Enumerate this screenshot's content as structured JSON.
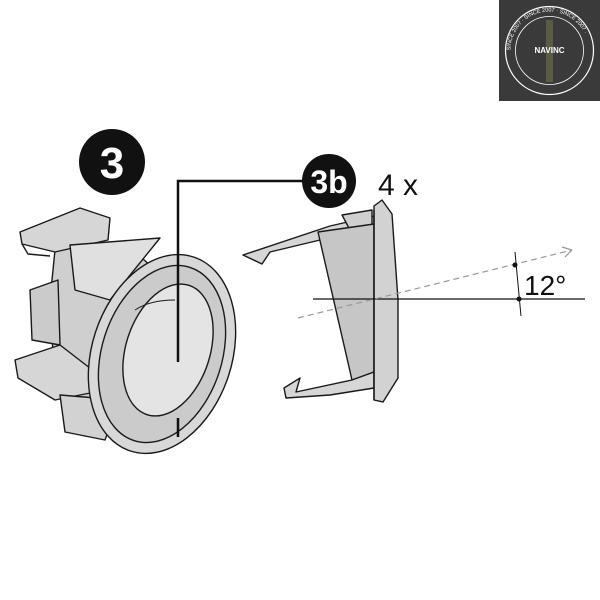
{
  "brand": {
    "name": "NAVINC",
    "seal_text": "SINCE 2007 · SINCE 2007 · SINCE 2007 ·",
    "bg_color": "#3a3a3a",
    "text_color": "#ffffff"
  },
  "steps": {
    "main_number": "3",
    "sub_label": "3b",
    "quantity": "4 x"
  },
  "angle": {
    "value": "12°"
  },
  "colors": {
    "part_fill": "#d4d4d4",
    "part_dark": "#bdbdbd",
    "outline": "#1a1a1a",
    "badge": "#111111",
    "badge_text": "#ffffff",
    "dash": "#9a9a9a"
  }
}
